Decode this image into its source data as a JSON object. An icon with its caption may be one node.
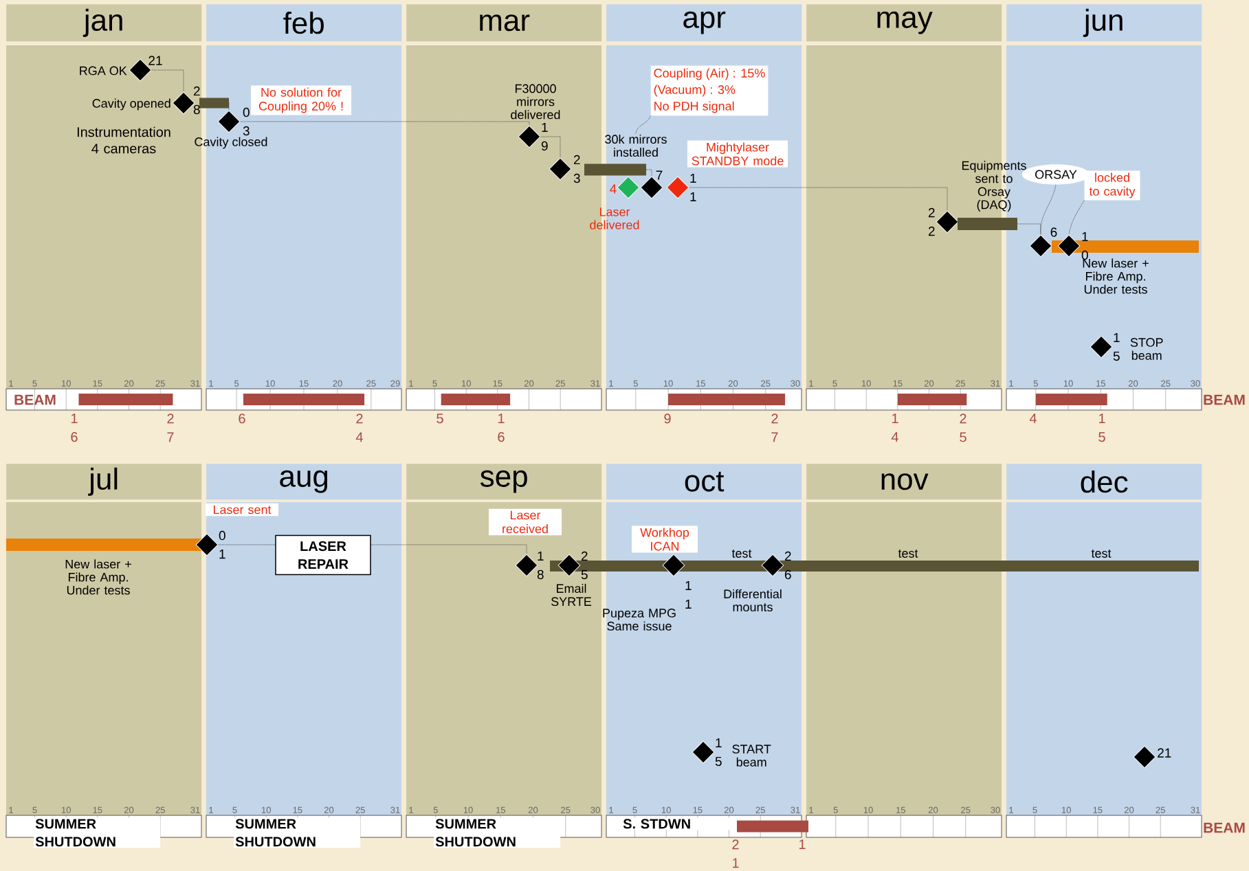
{
  "diagram": {
    "nodes": [
      {
        "text": [],
        "shape": "diamond",
        "beside": [
          "RGA OK",
          "21"
        ]
      },
      {
        "text": [],
        "shape": "diamond",
        "beside": [
          "Cavity opened",
          "2 8"
        ]
      },
      {
        "text": [],
        "shape": "bar"
      },
      {
        "text": [],
        "shape": "diamond",
        "beside": [
          "Cavity closed",
          "0 3"
        ]
      },
      {
        "text": [
          "No solution for Coupling 20% !"
        ]
      },
      {
        "text": [],
        "shape": "diamond",
        "beside": [
          "F30000 mirrors delivered",
          "1 9"
        ]
      },
      {
        "text": [],
        "shape": "diamond",
        "beside": [
          "2 3"
        ]
      },
      {
        "text": [],
        "shape": "bar"
      },
      {
        "text": [
          "30k mirrors installed"
        ]
      },
      {
        "text": [
          "Coupling (Air) : 15%",
          "(Vacuum) : 3%",
          "No PDH signal"
        ]
      },
      {
        "text": [],
        "shape": "diamond",
        "beside": [
          "4",
          "Laser delivered"
        ]
      },
      {
        "text": [],
        "shape": "diamond",
        "beside": [
          "7"
        ]
      },
      {
        "text": [],
        "shape": "diamond",
        "beside": [
          "1 1"
        ]
      },
      {
        "text": [
          "Mightylaser STANDBY mode"
        ]
      },
      {
        "text": [],
        "shape": "diamond",
        "beside": [
          "Equipments sent to Orsay (DAQ)",
          "2 2"
        ]
      },
      {
        "text": [],
        "shape": "bar"
      },
      {
        "text": [
          "ORSAY"
        ]
      },
      {
        "text": [
          "locked to cavity"
        ]
      },
      {
        "text": [],
        "shape": "diamond",
        "beside": [
          "6"
        ]
      },
      {
        "text": [],
        "shape": "bar",
        "beside": [
          "New laser + Fibre Amp. Under tests"
        ]
      },
      {
        "text": [],
        "shape": "diamond",
        "beside": [
          "1 0"
        ]
      },
      {
        "text": [],
        "shape": "diamond",
        "beside": [
          "STOP beam",
          "1 5"
        ]
      },
      {
        "text": [],
        "shape": "bar",
        "beside": [
          "New laser + Fibre Amp. Under tests"
        ]
      },
      {
        "text": [
          "Laser sent"
        ]
      },
      {
        "text": [],
        "shape": "diamond",
        "beside": [
          "0 1"
        ]
      },
      {
        "text": [
          "LASER REPAIR"
        ]
      },
      {
        "text": [
          "Laser received"
        ]
      },
      {
        "text": [],
        "shape": "diamond",
        "beside": [
          "1 8"
        ]
      },
      {
        "text": [],
        "shape": "bar",
        "beside": [
          "test",
          "test",
          "test"
        ]
      },
      {
        "text": [],
        "shape": "diamond",
        "beside": [
          "2 5",
          "Email SYRTE"
        ]
      },
      {
        "text": [
          "Workhop ICAN"
        ]
      },
      {
        "text": [],
        "shape": "diamond",
        "beside": [
          "1 1",
          "Pupeza MPG Same issue"
        ]
      },
      {
        "text": [],
        "shape": "diamond",
        "beside": [
          "2 6",
          "Differential mounts"
        ]
      },
      {
        "text": [],
        "shape": "diamond",
        "beside": [
          "START beam",
          "1 5"
        ]
      },
      {
        "text": [],
        "shape": "diamond",
        "beside": [
          "21"
        ]
      },
      {
        "text": [],
        "shape": "bar"
      },
      {
        "text": [],
        "shape": "bar"
      },
      {
        "text": [],
        "shape": "bar"
      },
      {
        "text": [],
        "shape": "bar"
      },
      {
        "text": [],
        "shape": "bar"
      },
      {
        "text": [],
        "shape": "bar"
      },
      {
        "text": [],
        "shape": "bar"
      }
    ],
    "edges": [
      {
        "from": 0,
        "to": 1,
        "arrow": "none"
      },
      {
        "from": 2,
        "to": 3,
        "arrow": "none"
      },
      {
        "from": 3,
        "to": 5,
        "arrow": "none"
      },
      {
        "from": 5,
        "to": 6,
        "arrow": "none"
      },
      {
        "from": 7,
        "to": 11,
        "arrow": "none"
      },
      {
        "from": 9,
        "to": 8,
        "arrow": "none"
      },
      {
        "from": 12,
        "to": 14,
        "arrow": "none"
      },
      {
        "from": 15,
        "to": 18,
        "arrow": "none"
      },
      {
        "from": 16,
        "to": 18,
        "arrow": "none"
      },
      {
        "from": 17,
        "to": 20,
        "arrow": "none"
      },
      {
        "from": 24,
        "to": 25,
        "arrow": "none"
      },
      {
        "from": 25,
        "to": 27,
        "arrow": "none"
      }
    ],
    "labels": [
      "jan",
      "feb",
      "mar",
      "apr",
      "may",
      "jun",
      "1",
      "5",
      "10",
      "15",
      "20",
      "25",
      "31",
      "1",
      "5",
      "10",
      "15",
      "20",
      "25",
      "29",
      "1",
      "5",
      "10",
      "15",
      "20",
      "25",
      "31",
      "1",
      "5",
      "10",
      "15",
      "20",
      "25",
      "30",
      "1",
      "5",
      "10",
      "15",
      "20",
      "25",
      "31",
      "1",
      "5",
      "10",
      "15",
      "20",
      "25",
      "30",
      "Instrumentation 4 cameras",
      "BEAM",
      "1 6",
      "2 7",
      "6",
      "2 4",
      "5",
      "1 6",
      "9",
      "2 7",
      "1 4",
      "2 5",
      "4",
      "1 5",
      "BEAM",
      "jul",
      "aug",
      "sep",
      "oct",
      "nov",
      "dec",
      "1",
      "5",
      "10",
      "15",
      "20",
      "25",
      "31",
      "1",
      "5",
      "10",
      "15",
      "20",
      "25",
      "31",
      "1",
      "5",
      "10",
      "15",
      "20",
      "25",
      "30",
      "1",
      "5",
      "10",
      "15",
      "20",
      "25",
      "31",
      "1",
      "5",
      "10",
      "15",
      "20",
      "25",
      "30",
      "1",
      "5",
      "10",
      "15",
      "20",
      "25",
      "31",
      "SUMMER SHUTDOWN",
      "SUMMER SHUTDOWN",
      "SUMMER SHUTDOWN",
      "S. STDWN",
      "2 1",
      "1",
      "BEAM"
    ]
  }
}
